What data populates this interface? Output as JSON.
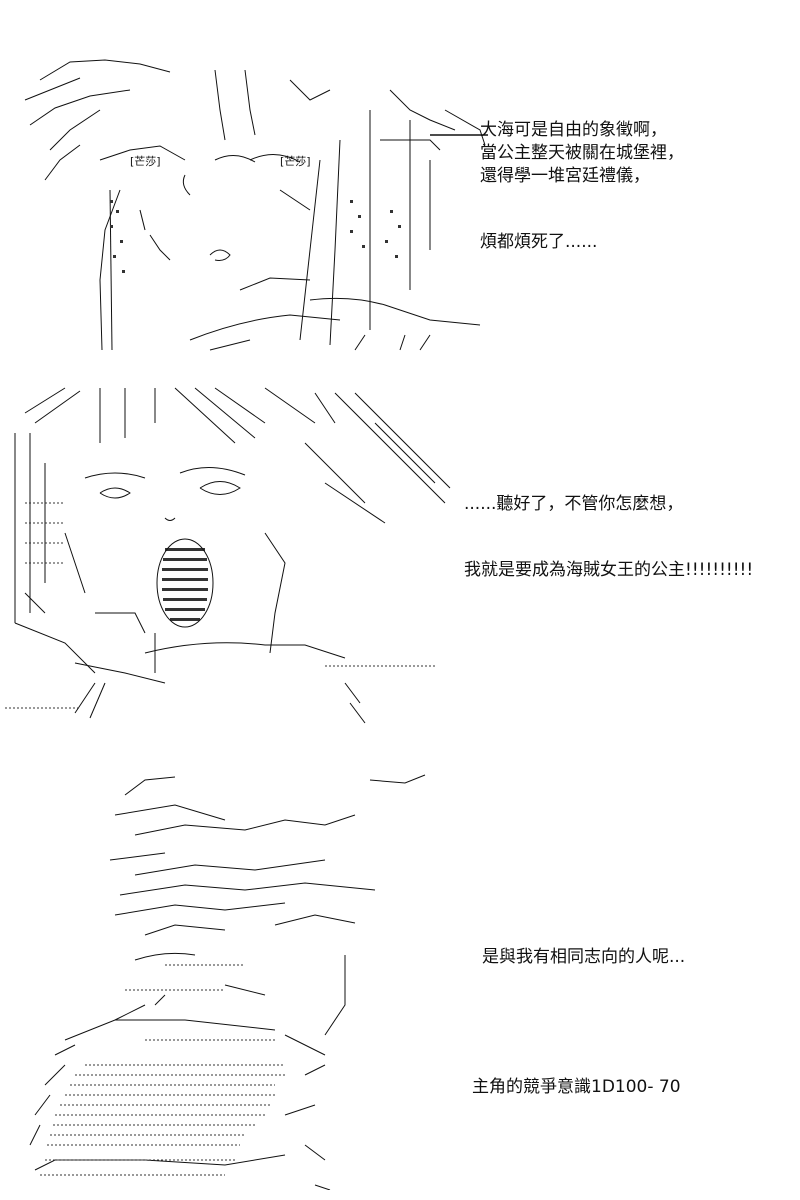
{
  "colors": {
    "ink": "#111111",
    "background": "#ffffff",
    "dots": "#333333"
  },
  "panels": [
    {
      "name": "panel-castle-princess",
      "lines": [
        "大海可是自由的象徵啊，",
        "當公主整天被關在城堡裡，",
        "還得學一堆宮廷禮儀，",
        "煩都煩死了......"
      ],
      "art_labels": [
        "[芒莎]",
        "[芒莎]"
      ]
    },
    {
      "name": "panel-shouting-girl",
      "lines": [
        "......聽好了，不管你怎麼想，",
        "我就是要成為海賊女王的公主!!!!!!!!!!"
      ]
    },
    {
      "name": "panel-boy-reaction",
      "lines": [
        "是與我有相同志向的人呢...",
        "主角的競爭意識1D100- 70"
      ]
    }
  ]
}
